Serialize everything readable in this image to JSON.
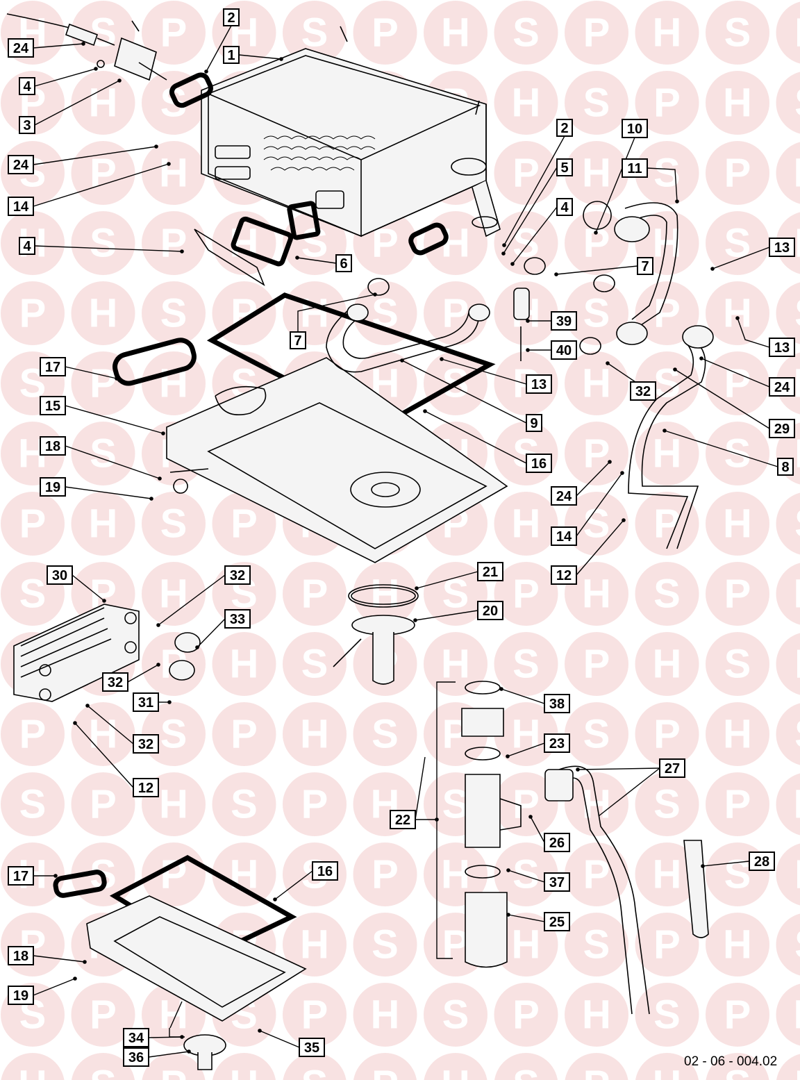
{
  "watermark": {
    "letters": [
      "H",
      "S",
      "P"
    ],
    "color": "#f7dede"
  },
  "drawing_code": "02 - 06 - 004.02",
  "callouts": [
    {
      "label": "24"
    },
    {
      "label": "2"
    },
    {
      "label": "1"
    },
    {
      "label": "4"
    },
    {
      "label": "3"
    },
    {
      "label": "24"
    },
    {
      "label": "14"
    },
    {
      "label": "4"
    },
    {
      "label": "6"
    },
    {
      "label": "7"
    },
    {
      "label": "2"
    },
    {
      "label": "5"
    },
    {
      "label": "4"
    },
    {
      "label": "10"
    },
    {
      "label": "11"
    },
    {
      "label": "13"
    },
    {
      "label": "7"
    },
    {
      "label": "39"
    },
    {
      "label": "40"
    },
    {
      "label": "13"
    },
    {
      "label": "13"
    },
    {
      "label": "32"
    },
    {
      "label": "24"
    },
    {
      "label": "29"
    },
    {
      "label": "17"
    },
    {
      "label": "15"
    },
    {
      "label": "9"
    },
    {
      "label": "16"
    },
    {
      "label": "8"
    },
    {
      "label": "18"
    },
    {
      "label": "19"
    },
    {
      "label": "24"
    },
    {
      "label": "14"
    },
    {
      "label": "12"
    },
    {
      "label": "30"
    },
    {
      "label": "32"
    },
    {
      "label": "33"
    },
    {
      "label": "21"
    },
    {
      "label": "20"
    },
    {
      "label": "32"
    },
    {
      "label": "31"
    },
    {
      "label": "32"
    },
    {
      "label": "12"
    },
    {
      "label": "38"
    },
    {
      "label": "23"
    },
    {
      "label": "27"
    },
    {
      "label": "22"
    },
    {
      "label": "26"
    },
    {
      "label": "28"
    },
    {
      "label": "37"
    },
    {
      "label": "25"
    },
    {
      "label": "17"
    },
    {
      "label": "16"
    },
    {
      "label": "18"
    },
    {
      "label": "19"
    },
    {
      "label": "34"
    },
    {
      "label": "35"
    },
    {
      "label": "36"
    }
  ]
}
